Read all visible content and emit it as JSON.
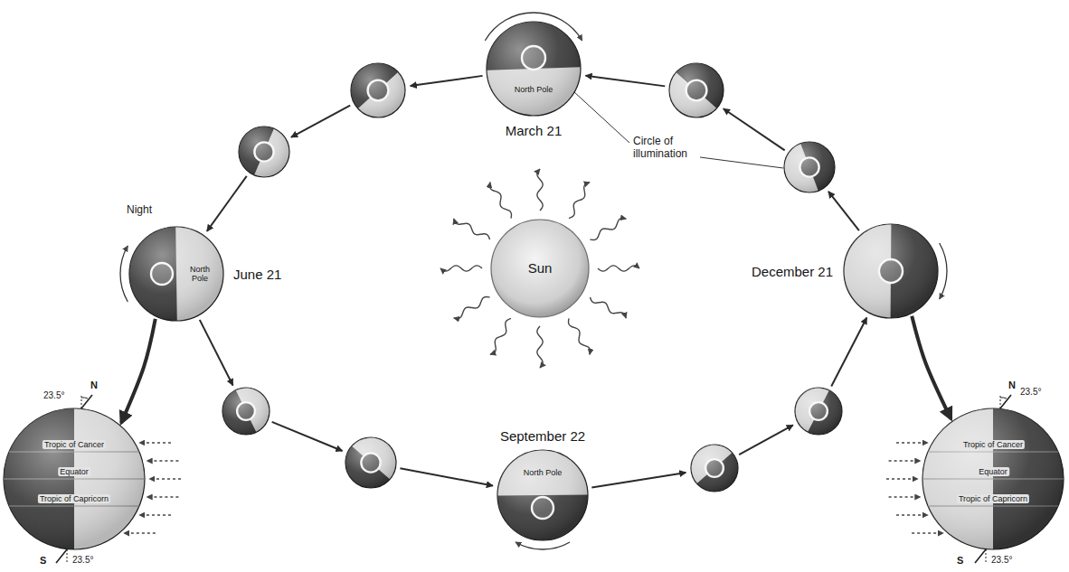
{
  "diagram": {
    "nodes": [
      {
        "text": [
          "March 21",
          "North Pole"
        ]
      },
      {
        "text": [
          "June 21",
          "North Pole"
        ]
      },
      {
        "text": [
          "Sun"
        ]
      },
      {
        "text": [
          "December 21"
        ]
      },
      {
        "text": [
          "September 22",
          "North Pole"
        ]
      },
      {
        "text": [
          "Tropic of Cancer",
          "Equator",
          "Tropic of Capricorn"
        ]
      },
      {
        "text": [
          "Tropic of Cancer",
          "Equator",
          "Tropic of Capricorn"
        ]
      }
    ],
    "edges": [
      {
        "from": 1,
        "to": 5,
        "arrow": "to"
      },
      {
        "from": 3,
        "to": 6,
        "arrow": "to"
      }
    ],
    "labels": [
      "Circle of illumination",
      "Night",
      "23.5°",
      "N",
      "23.5°",
      "N",
      "S",
      "23.5°",
      "S",
      "23.5°"
    ]
  }
}
